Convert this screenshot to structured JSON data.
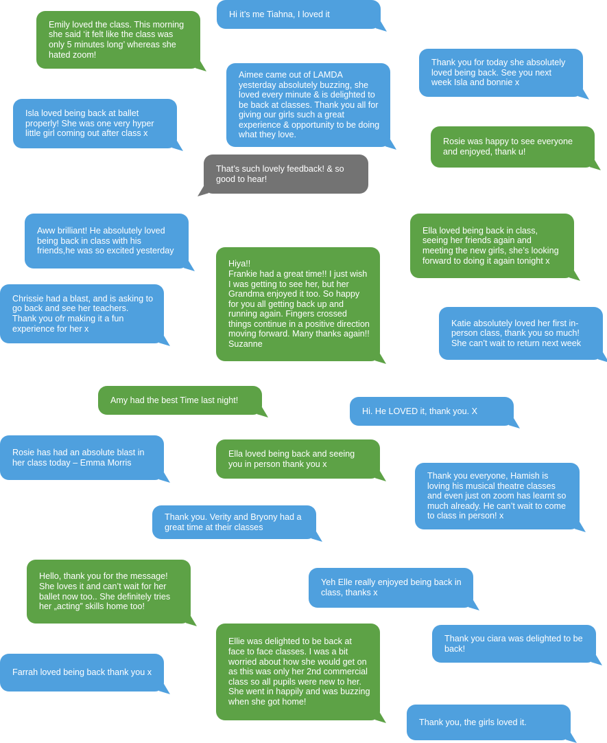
{
  "messages": [
    {
      "text": "Emily loved the class. This morning she said ‘it felt like the class was only 5 minutes long’ whereas she hated zoom!",
      "color": "#5da246"
    },
    {
      "text": "Hi it’s me Tiahna, I loved it",
      "color": "#4fa0de"
    },
    {
      "text": "Thank you for today she absolutely loved being back. See you next week Isla and bonnie x",
      "color": "#4fa0de"
    },
    {
      "text": "Aimee came out of LAMDA yesterday absolutely buzzing, she loved every minute & is delighted to be back at classes. Thank you all for giving our girls such a great experience & opportunity to be doing what they love.",
      "color": "#4fa0de"
    },
    {
      "text": "Isla loved being back at ballet properly! She was one very hyper little girl coming out after class x",
      "color": "#4fa0de"
    },
    {
      "text": "Rosie was happy to see everyone and enjoyed, thank u!",
      "color": "#5da246"
    },
    {
      "text": "That’s such lovely feedback! & so good to hear!",
      "color": "#737373"
    },
    {
      "text": "Aww brilliant! He absolutely loved being back in class with his friends,he was so excited yesterday",
      "color": "#4fa0de"
    },
    {
      "text": "Ella loved being back in class, seeing her friends again and meeting the new girls, she’s looking forward to doing it again tonight x",
      "color": "#5da246"
    },
    {
      "text": "Hiya!!\nFrankie had a great time!! I just wish I was getting to see her, but her Grandma enjoyed it too. So happy for you all getting back up and running again. Fingers crossed things continue in a positive direction moving forward. Many thanks again!!\nSuzanne",
      "color": "#5da246"
    },
    {
      "text": "Chrissie had a blast, and is asking to go back and see her teachers. Thank you ofr making it a fun experience for her x",
      "color": "#4fa0de"
    },
    {
      "text": "Katie absolutely loved her first in-person class, thank you so much! She can’t wait to return next week",
      "color": "#4fa0de"
    },
    {
      "text": "Amy had the best Time last night!",
      "color": "#5da246"
    },
    {
      "text": "Hi. He LOVED it, thank you. X",
      "color": "#4fa0de"
    },
    {
      "text": "Rosie has had an absolute blast in her class today – Emma Morris",
      "color": "#4fa0de"
    },
    {
      "text": "Ella loved being back and seeing you in person thank you x",
      "color": "#5da246"
    },
    {
      "text": "Thank you everyone, Hamish is loving his musical theatre classes and even just on zoom has learnt so much already. He can’t wait to come to class in person! x",
      "color": "#4fa0de"
    },
    {
      "text": "Thank you. Verity and Bryony had a great time at their classes",
      "color": "#4fa0de"
    },
    {
      "text": "Hello, thank you for the message! She loves it and can’t wait for her ballet now too.. She definitely tries her „acting” skills home too!",
      "color": "#5da246"
    },
    {
      "text": "Yeh Elle really enjoyed being back in class, thanks x",
      "color": "#4fa0de"
    },
    {
      "text": "Ellie was delighted to be back at face to face classes. I was a bit worried about how she would get on as this was only her 2nd commercial class so all pupils were new to her. She went in happily and was buzzing when she got home!",
      "color": "#5da246"
    },
    {
      "text": "Thank you ciara was delighted to be back!",
      "color": "#4fa0de"
    },
    {
      "text": "Farrah loved being back thank you x",
      "color": "#4fa0de"
    },
    {
      "text": "Thank you, the girls loved it.",
      "color": "#4fa0de"
    }
  ]
}
